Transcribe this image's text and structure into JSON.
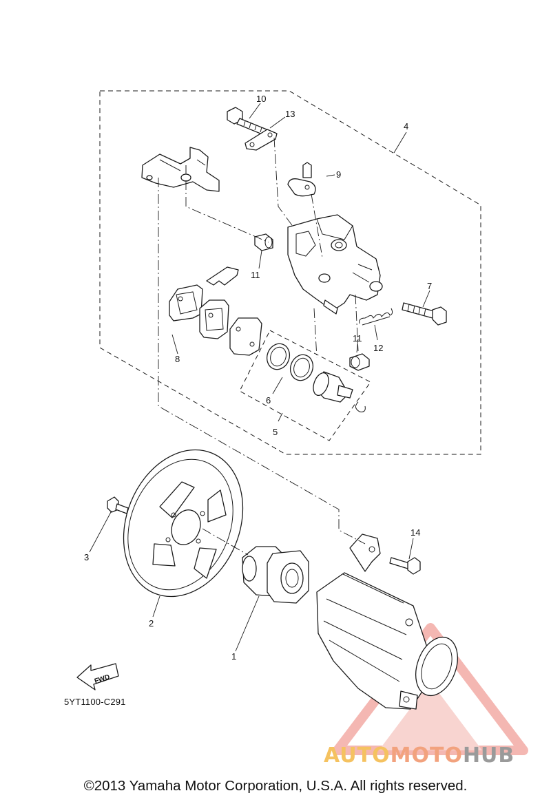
{
  "diagram": {
    "code": "5YT1100-C291",
    "copyright": "©2013 Yamaha Motor Corporation, U.S.A. All rights reserved.",
    "fwd_label": "FWD",
    "callouts": {
      "c1": "1",
      "c2": "2",
      "c3": "3",
      "c4": "4",
      "c5": "5",
      "c6": "6",
      "c7": "7",
      "c8": "8",
      "c9": "9",
      "c10": "10",
      "c11a": "11",
      "c11b": "11",
      "c12": "12",
      "c13": "13",
      "c14": "14"
    }
  },
  "watermark": {
    "part1": "AUTO",
    "part2": "MOTO",
    "part3": "HUB",
    "colors": {
      "auto": "#f5c260",
      "moto": "#f2a27e",
      "hub": "#9a9a9a",
      "triangle": "#ee8f86"
    }
  }
}
